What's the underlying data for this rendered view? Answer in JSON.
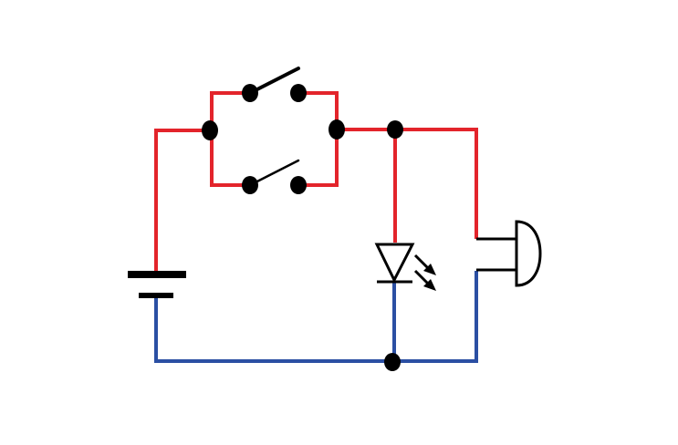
{
  "diagram": {
    "components": [
      {
        "name": "battery-icon",
        "kind": "battery"
      },
      {
        "name": "switch-upper-icon",
        "kind": "switch",
        "state": "open"
      },
      {
        "name": "switch-lower-icon",
        "kind": "switch",
        "state": "open"
      },
      {
        "name": "led-icon",
        "kind": "light-emitting diode"
      },
      {
        "name": "buzzer-icon",
        "kind": "buzzer"
      }
    ],
    "colors": {
      "positive_wire": "#e3242b",
      "negative_wire": "#2b4fa3",
      "component": "#000000",
      "background": "#ffffff"
    }
  }
}
